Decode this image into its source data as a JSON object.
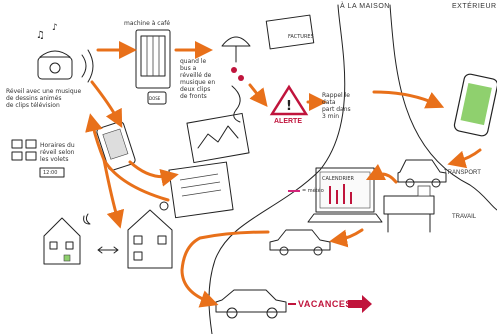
{
  "zones": {
    "home": "À LA MAISON",
    "outside": "EXTÉRIEUR"
  },
  "notes": {
    "wake": "Réveil avec une musique\nde dessins animés\nde clips télévision",
    "tv_schedule": "Horaires du\nréveil selon\nles volets",
    "screen_time": "12:00",
    "coffee_machine": "machine à café",
    "coffee_label": "DOSE",
    "music_reminder": "quand le\nbus a\nréveillé de\nmusique en\ndeux clips\nde fronts",
    "factures": "FACTURES",
    "alert": "ALERTE",
    "replay": "Rappel le\ndata\npart dans\n3 min",
    "calendar_word": "CALENDRIER",
    "legend": "= météo",
    "transport": "TRANSPORT",
    "work": "TRAVAIL",
    "vacances": "VACANCES"
  }
}
